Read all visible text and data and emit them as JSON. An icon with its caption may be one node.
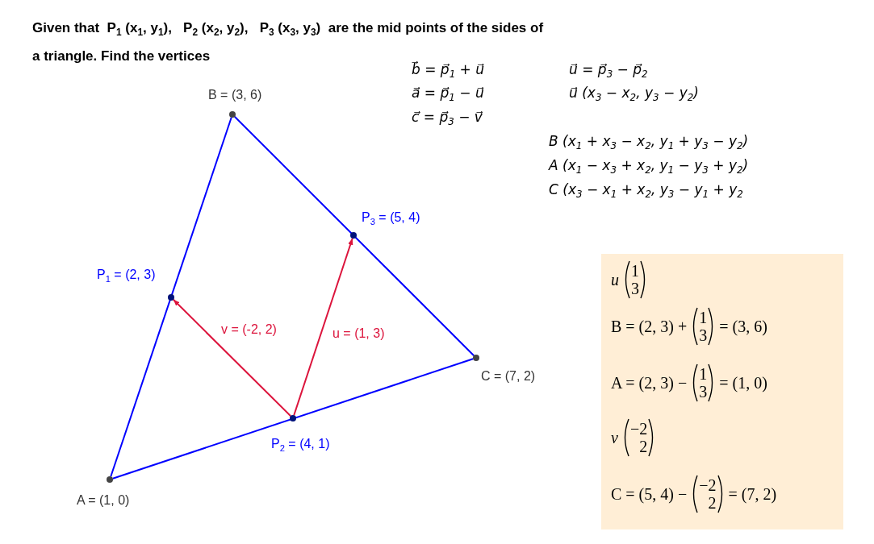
{
  "diagram": {
    "title": "Given that  P$_{1}$ (x$_{1}$, y$_{1}$),   P$_{2}$ (x$_{2}$, y$_{2}$),   P$_{3}$ (x$_{3}$, y$_{3}$)  are the mid points of the sides of a triangle. Find the vertices",
    "nodes": [
      {
        "text": [],
        "shape": "circle",
        "beside": [
          "B = (3, 6)"
        ]
      },
      {
        "text": [],
        "shape": "circle",
        "beside": [
          "P$_{3}$ = (5, 4)"
        ]
      },
      {
        "text": [],
        "shape": "circle",
        "beside": [
          "P$_{1}$ = (2, 3)"
        ]
      },
      {
        "text": [],
        "shape": "circle",
        "beside": [
          "C = (7, 2)"
        ]
      },
      {
        "text": [],
        "shape": "circle",
        "beside": [
          "P$_{2}$ = (4, 1)"
        ]
      },
      {
        "text": [],
        "shape": "circle",
        "beside": [
          "A = (1, 0)"
        ]
      },
      {
        "text": [
          "u",
          "1",
          "3",
          "B = (2, 3) +",
          "1",
          "3",
          "= (3, 6)",
          "A = (2, 3) −",
          "1",
          "3",
          "= (1, 0)",
          "v",
          "−2",
          "2",
          "C = (5, 4) −",
          "−2",
          "2",
          "= (7, 2)"
        ]
      }
    ],
    "edges": [
      {
        "from": 5,
        "to": 0,
        "arrow": "none"
      },
      {
        "from": 0,
        "to": 3,
        "arrow": "none"
      },
      {
        "from": 3,
        "to": 5,
        "arrow": "none"
      },
      {
        "from": 4,
        "to": 2,
        "arrow": "to",
        "label": "v = (-2, 2)",
        "color": "#dc143c"
      },
      {
        "from": 4,
        "to": 1,
        "arrow": "to",
        "label": "u = (1, 3)",
        "color": "#dc143c"
      }
    ],
    "labels": [
      "b⃗ = p⃗$_{1}$ + u⃗",
      "u⃗ = p⃗$_{3}$ − p⃗$_{2}$",
      "a⃗ = p⃗$_{1}$ − u⃗",
      "u⃗ (x$_{3}$ − x$_{2}$, y$_{3}$ − y$_{2}$)",
      "c⃗ = p⃗$_{3}$ − v⃗",
      "B (x$_{1}$ + x$_{3}$ − x$_{2}$, y$_{1}$ + y$_{3}$ − y$_{2}$)",
      "A (x$_{1}$ − x$_{3}$ + x$_{2}$, y$_{1}$ − y$_{3}$ + y$_{2}$)",
      "C (x$_{3}$ − x$_{1}$ + x$_{2}$, y$_{3}$ − y$_{1}$ + y$_{2}$"
    ]
  }
}
